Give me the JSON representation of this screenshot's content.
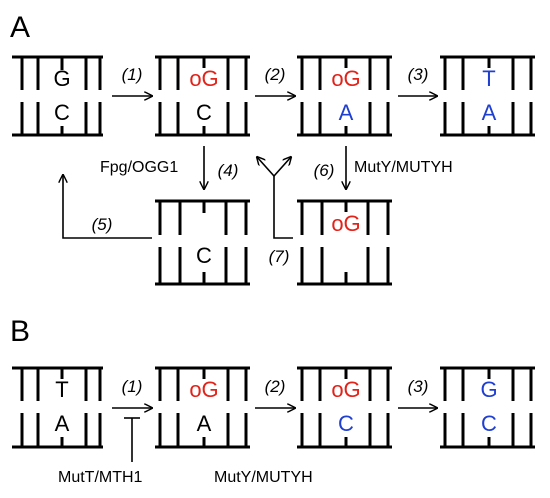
{
  "colors": {
    "black": "#000000",
    "red": "#e2231a",
    "blue": "#1f3fd1"
  },
  "panel_a": {
    "letter": "A",
    "steps": {
      "s1": "(1)",
      "s2": "(2)",
      "s3": "(3)",
      "s4": "(4)",
      "s5": "(5)",
      "s6": "(6)",
      "s7": "(7)"
    },
    "enzymes": {
      "fpg": "Fpg/OGG1",
      "muty": "MutY/MUTYH"
    },
    "bases": {
      "d1_top": "G",
      "d1_bottom": "C",
      "d2_top": "oG",
      "d2_bottom": "C",
      "d3_top": "oG",
      "d3_bottom": "A",
      "d4_top": "T",
      "d4_bottom": "A",
      "d5_bottom": "C",
      "d6_top": "oG"
    }
  },
  "panel_b": {
    "letter": "B",
    "steps": {
      "s1": "(1)",
      "s2": "(2)",
      "s3": "(3)"
    },
    "enzymes": {
      "mutt": "MutT/MTH1",
      "muty": "MutY/MUTYH"
    },
    "bases": {
      "d1_top": "T",
      "d1_bottom": "A",
      "d2_top": "oG",
      "d2_bottom": "A",
      "d3_top": "oG",
      "d3_bottom": "C",
      "d4_top": "G",
      "d4_bottom": "C"
    }
  }
}
